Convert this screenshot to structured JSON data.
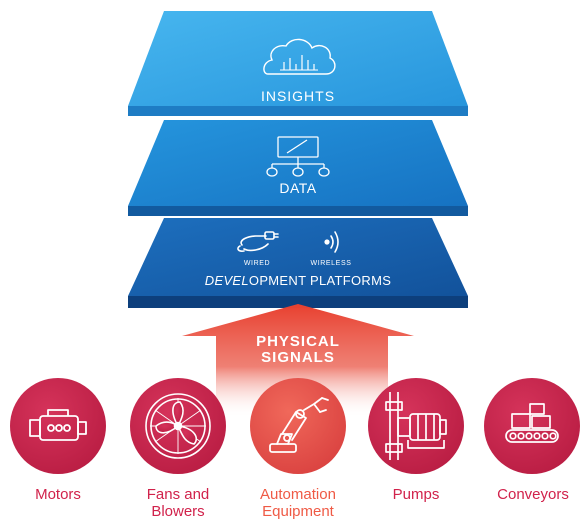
{
  "layers": {
    "insights": {
      "label": "INSIGHTS",
      "icon": "cloud-analytics-icon"
    },
    "data": {
      "label": "DATA",
      "icon": "computer-network-icon"
    },
    "platforms": {
      "label_italic": "DEVEL",
      "label_rest": "OPMENT PLATFORMS",
      "wired": {
        "label": "WIRED",
        "icon": "cable-plug-icon"
      },
      "wireless": {
        "label": "WIRELESS",
        "icon": "wireless-signal-icon"
      }
    }
  },
  "arrow": {
    "line1": "PHYSICAL",
    "line2": "SIGNALS"
  },
  "equipment": [
    {
      "line1": "Motors",
      "line2": "",
      "icon": "motor-icon"
    },
    {
      "line1": "Fans and",
      "line2": "Blowers",
      "icon": "fan-icon"
    },
    {
      "line1": "Automation",
      "line2": "Equipment",
      "icon": "robot-arm-icon"
    },
    {
      "line1": "Pumps",
      "line2": "",
      "icon": "pump-icon"
    },
    {
      "line1": "Conveyors",
      "line2": "",
      "icon": "conveyor-icon"
    }
  ],
  "colors": {
    "insights_top": "#3aa9e8",
    "data_top": "#1f8ad6",
    "platform_top": "#1a66b5",
    "circle": "#c52449",
    "circle_highlight": "#e8544a",
    "arrow": "#e84135"
  }
}
